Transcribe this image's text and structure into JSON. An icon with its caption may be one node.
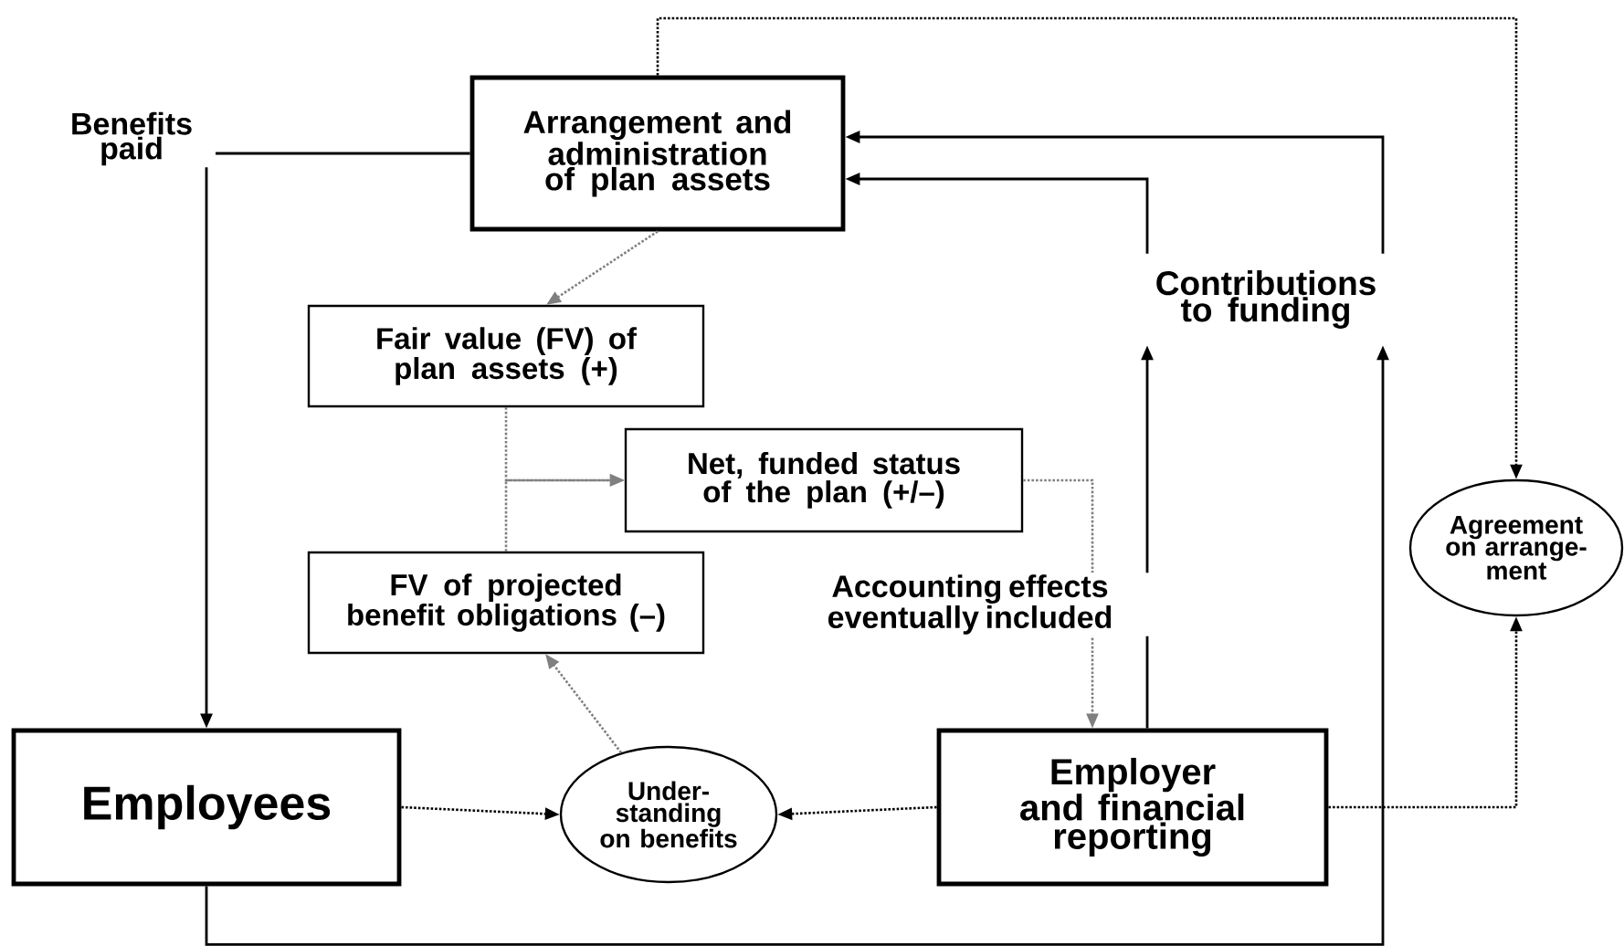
{
  "diagram": {
    "nodes": [
      {
        "text": [
          "Arrangement and administration of plan assets"
        ]
      },
      {
        "text": [
          "Fair value (FV) of plan assets (+)"
        ]
      },
      {
        "text": [
          "Net, funded status of the plan (+/–)"
        ]
      },
      {
        "text": [
          "FV of projected benefit obligations (–)"
        ]
      },
      {
        "text": [
          "Contributions to funding"
        ]
      },
      {
        "text": [
          "Agreement on arrange-ment"
        ]
      },
      {
        "text": [
          "Employees"
        ]
      },
      {
        "text": [
          "Under-standing on benefits"
        ]
      },
      {
        "text": [
          "Employer and financial reporting"
        ]
      }
    ],
    "edges": [
      {
        "from": 0,
        "to": 6,
        "arrow": "to",
        "label": "Benefits paid"
      },
      {
        "from": 4,
        "to": 0,
        "arrow": "to"
      },
      {
        "from": 4,
        "to": 0,
        "arrow": "to"
      },
      {
        "from": 8,
        "to": 4,
        "arrow": "to"
      },
      {
        "from": 6,
        "to": 4,
        "arrow": "to"
      },
      {
        "from": 0,
        "to": 1,
        "arrow": "to",
        "style": "dashed",
        "color": "#808080"
      },
      {
        "from": 1,
        "to": 2,
        "arrow": "to",
        "style": "dashed",
        "color": "#808080"
      },
      {
        "from": 3,
        "to": 2,
        "arrow": "to",
        "style": "dashed",
        "color": "#808080"
      },
      {
        "from": 2,
        "to": 8,
        "arrow": "to",
        "style": "dashed",
        "color": "#808080",
        "label": "Accounting effects eventually included"
      },
      {
        "from": 7,
        "to": 3,
        "arrow": "to",
        "style": "dashed",
        "color": "#808080"
      },
      {
        "from": 6,
        "to": 7,
        "arrow": "to",
        "style": "dashed"
      },
      {
        "from": 8,
        "to": 7,
        "arrow": "to",
        "style": "dashed"
      },
      {
        "from": 8,
        "to": 5,
        "arrow": "to",
        "style": "dashed"
      },
      {
        "from": 0,
        "to": 5,
        "arrow": "to",
        "style": "dashed"
      }
    ]
  }
}
